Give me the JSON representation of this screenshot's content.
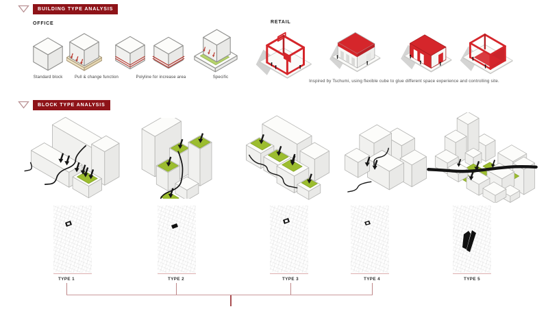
{
  "header": {
    "building_title": "BUILDING TYPE ANALYSIS",
    "block_title": "BLOCK TYPE ANALYSIS"
  },
  "office": {
    "title": "OFFICE",
    "labels": [
      "Standard block",
      "Pull & change function",
      "Polyline for increase area",
      "Specific"
    ]
  },
  "retail": {
    "title": "RETAIL",
    "caption": "Inspired by Tschumi, using flexible cube to glue different space experience and controlling site."
  },
  "block_types": [
    {
      "label": "TYPE 1"
    },
    {
      "label": "TYPE 2"
    },
    {
      "label": "TYPE 3"
    },
    {
      "label": "TYPE 4"
    },
    {
      "label": "TYPE 5"
    }
  ],
  "colors": {
    "banner": "#8e1318",
    "banner_text": "#ffffff",
    "retail_red": "#d5262b",
    "courtyard_green": "#9cbd2f",
    "bracket": "#c9999b",
    "bracket_center": "#a84d50"
  }
}
